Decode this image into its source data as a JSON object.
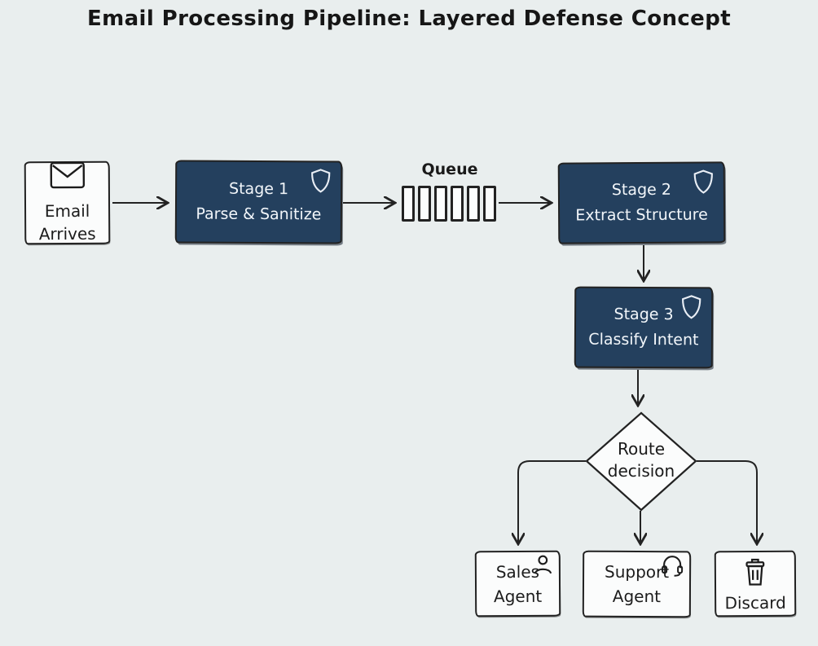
{
  "title": "Email Processing Pipeline: Layered Defense Concept",
  "colors": {
    "background": "#e9eeee",
    "stage_fill": "#24405e",
    "stage_text": "#f2f6fa",
    "stroke": "#222222",
    "box_fill": "#fbfcfc",
    "box_text": "#1c1c1c"
  },
  "nodes": {
    "email": {
      "line1": "Email",
      "line2": "Arrives",
      "icon": "envelope-icon"
    },
    "stage1": {
      "line1": "Stage 1",
      "line2": "Parse & Sanitize",
      "icon": "shield-icon"
    },
    "queue": {
      "label": "Queue",
      "slots": 6
    },
    "stage2": {
      "line1": "Stage 2",
      "line2": "Extract Structure",
      "icon": "shield-icon"
    },
    "stage3": {
      "line1": "Stage 3",
      "line2": "Classify Intent",
      "icon": "shield-icon"
    },
    "decision": {
      "line1": "Route",
      "line2": "decision"
    },
    "sales": {
      "line1": "Sales",
      "line2": "Agent",
      "icon": "person-icon"
    },
    "support": {
      "line1": "Support",
      "line2": "Agent",
      "icon": "headset-icon"
    },
    "discard": {
      "label": "Discard",
      "icon": "trash-icon"
    }
  },
  "connections": [
    {
      "from": "email",
      "to": "stage1"
    },
    {
      "from": "stage1",
      "to": "queue"
    },
    {
      "from": "queue",
      "to": "stage2"
    },
    {
      "from": "stage2",
      "to": "stage3"
    },
    {
      "from": "stage3",
      "to": "decision"
    },
    {
      "from": "decision",
      "to": "sales"
    },
    {
      "from": "decision",
      "to": "support"
    },
    {
      "from": "decision",
      "to": "discard"
    }
  ]
}
